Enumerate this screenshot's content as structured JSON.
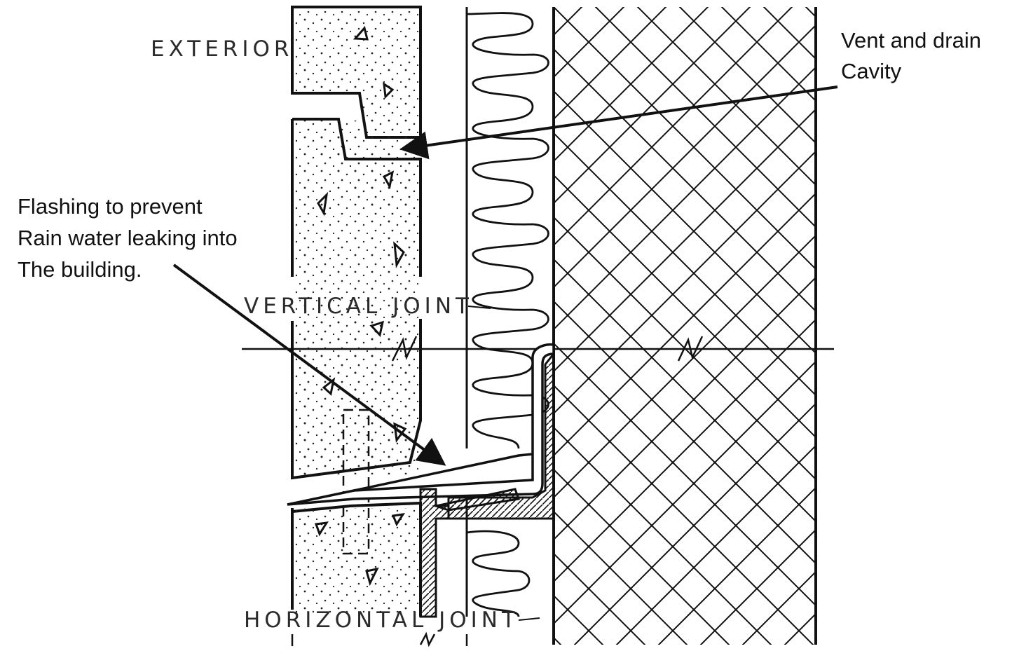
{
  "labels": {
    "exterior": "EXTERIOR",
    "vertical_joint": "VERTICAL JOINT",
    "horizontal_joint": "HORIZONTAL JOINT"
  },
  "annotations": {
    "vent": {
      "line1": "Vent and drain",
      "line2": "Cavity"
    },
    "flashing": {
      "line1": "Flashing to prevent",
      "line2": "Rain water leaking into",
      "line3": "The building."
    }
  },
  "colors": {
    "ink": "#111111",
    "background": "#ffffff"
  }
}
